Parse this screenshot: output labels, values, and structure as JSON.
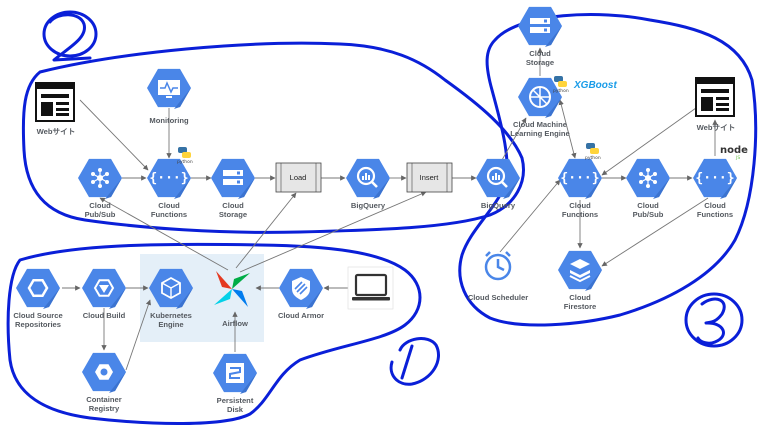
{
  "colors": {
    "gcp_blue": "#4a86e8",
    "hand_blue": "#0a1fd8",
    "arrow": "#777777",
    "gke_highlight": "#e4eff8",
    "airflow_red": "#e43921",
    "airflow_green": "#00ad46",
    "airflow_blue": "#017cee",
    "airflow_cyan": "#04d1e8",
    "xgboost": "#1a9ce8",
    "python_blue": "#3572a5",
    "python_yellow": "#ffd43b"
  },
  "annotations": {
    "group1": "1",
    "group2": "2",
    "group3": "3"
  },
  "nodes": {
    "web_left": {
      "label": "Webサイト",
      "icon": "website-icon"
    },
    "monitoring": {
      "label": "Monitoring",
      "icon": "monitoring-icon"
    },
    "pubsub_left": {
      "label": "Cloud\nPub/Sub",
      "icon": "pubsub-icon"
    },
    "functions_left": {
      "label": "Cloud\nFunctions",
      "icon": "functions-icon"
    },
    "storage_left": {
      "label": "Cloud\nStorage",
      "icon": "storage-icon"
    },
    "load_box": {
      "label": "Load"
    },
    "bigquery_left": {
      "label": "BigQuery",
      "icon": "bigquery-icon"
    },
    "insert_box": {
      "label": "Insert"
    },
    "bigquery_right": {
      "label": "BigQuery",
      "icon": "bigquery-icon"
    },
    "source_repos": {
      "label": "Cloud Source\nRepositories",
      "icon": "source-repositories-icon"
    },
    "cloud_build": {
      "label": "Cloud Build",
      "icon": "cloud-build-icon"
    },
    "gke": {
      "label": "Kubernetes\nEngine",
      "icon": "kubernetes-engine-icon"
    },
    "airflow": {
      "label": "Airflow",
      "icon": "airflow-icon"
    },
    "cloud_armor": {
      "label": "Cloud Armor",
      "icon": "cloud-armor-icon"
    },
    "laptop": {
      "label": "",
      "icon": "laptop-icon"
    },
    "container_registry": {
      "label": "Container\nRegistry",
      "icon": "container-registry-icon"
    },
    "persistent_disk": {
      "label": "Persistent\nDisk",
      "icon": "persistent-disk-icon"
    },
    "storage_right": {
      "label": "Cloud\nStorage",
      "icon": "storage-icon"
    },
    "ml_engine": {
      "label": "Cloud Machine\nLearning Engine",
      "icon": "ml-engine-icon"
    },
    "xgboost": {
      "label": "XGBoost"
    },
    "web_right": {
      "label": "Webサイト",
      "icon": "website-icon"
    },
    "node_logo": {
      "label": "node",
      "sub": "JS"
    },
    "functions_mid": {
      "label": "Cloud\nFunctions",
      "icon": "functions-icon"
    },
    "pubsub_right": {
      "label": "Cloud\nPub/Sub",
      "icon": "pubsub-icon"
    },
    "functions_right": {
      "label": "Cloud\nFunctions",
      "icon": "functions-icon"
    },
    "scheduler": {
      "label": "Cloud Scheduler",
      "icon": "scheduler-icon"
    },
    "firestore": {
      "label": "Cloud\nFirestore",
      "icon": "firestore-icon"
    },
    "python_logo": {
      "label": "python"
    }
  }
}
